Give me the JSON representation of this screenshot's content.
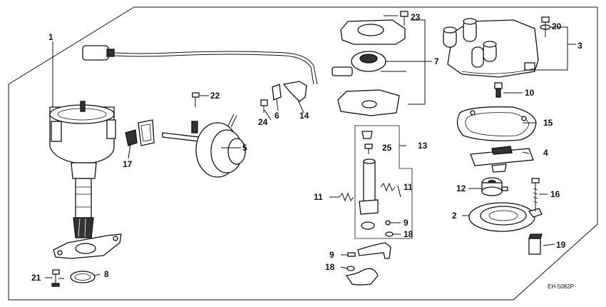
{
  "callouts": {
    "c1": "1",
    "c2": "2",
    "c3": "3",
    "c4": "4",
    "c5": "5",
    "c6": "6",
    "c7": "7",
    "c8": "8",
    "c9a": "9",
    "c9b": "9",
    "c10": "10",
    "c11a": "11",
    "c11b": "11",
    "c12": "12",
    "c13": "13",
    "c14": "14",
    "c15": "15",
    "c16": "16",
    "c17": "17",
    "c18a": "18",
    "c18b": "18",
    "c19": "19",
    "c20": "20",
    "c21": "21",
    "c22": "22",
    "c23": "23",
    "c24": "24",
    "c25": "25"
  },
  "diagram_code": "EH-5082P"
}
